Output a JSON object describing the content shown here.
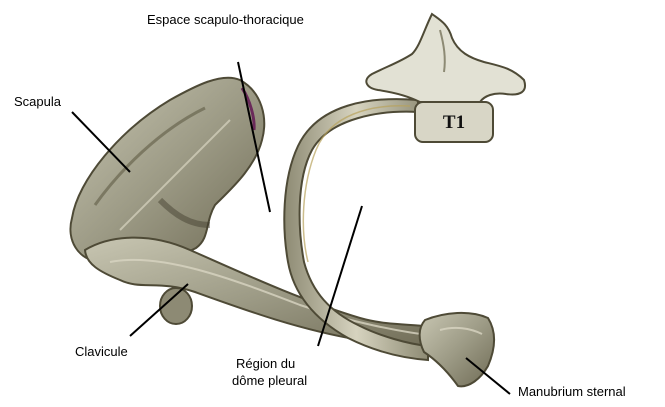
{
  "labels": {
    "space": "Espace scapulo-thoracique",
    "scapula": "Scapula",
    "clavicle": "Clavicule",
    "pleural_line1": "Région du",
    "pleural_line2": "dôme pleural",
    "manubrium": "Manubrium sternal",
    "vertebra": "T1"
  },
  "colors": {
    "bone_fill": "#9d9b86",
    "bone_shadow": "#5f5b45",
    "bone_highlight": "#d8d5c2",
    "vertebra_fill": "#e2e1d4",
    "accent": "#6a2a5a",
    "line": "#000000"
  }
}
